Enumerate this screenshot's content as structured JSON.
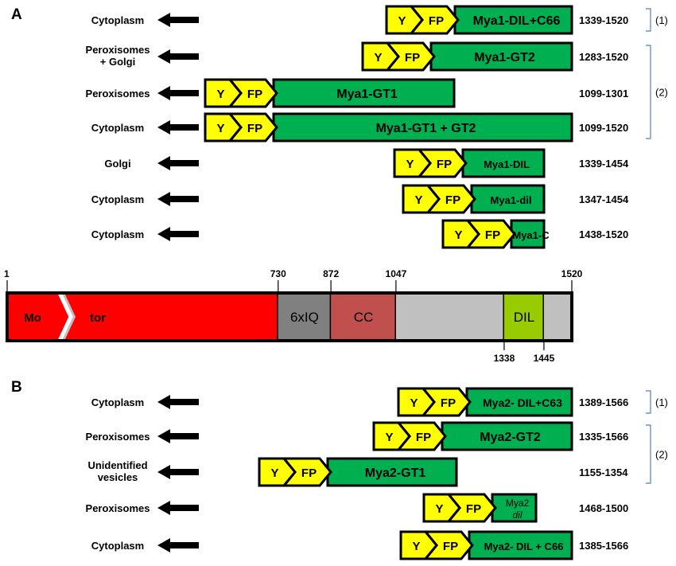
{
  "colors": {
    "yfp_yellow": "#ffff00",
    "construct_green": "#00b050",
    "motor_red": "#ff0000",
    "iq_gray": "#808080",
    "cc_rose": "#c0504d",
    "tail_lightgray": "#c0c0c0",
    "dil_lime": "#99cc00",
    "bracket_blue": "#4f81bd"
  },
  "panel_a": {
    "label": "A",
    "constructs": [
      {
        "location": [
          "Cytoplasm"
        ],
        "y_label": "Y",
        "fp_label": "FP",
        "name": [
          "Mya1-DIL+C66"
        ],
        "range": "1339-1520",
        "start": 1339,
        "end": 1520
      },
      {
        "location": [
          "Peroxisomes",
          "+ Golgi"
        ],
        "y_label": "Y",
        "fp_label": "FP",
        "name": [
          "Mya1-GT2"
        ],
        "range": "1283-1520",
        "start": 1283,
        "end": 1520
      },
      {
        "location": [
          "Peroxisomes"
        ],
        "y_label": "Y",
        "fp_label": "FP",
        "name": [
          "Mya1-GT1"
        ],
        "range": "1099-1301",
        "start": 1099,
        "end": 1301
      },
      {
        "location": [
          "Cytoplasm"
        ],
        "y_label": "Y",
        "fp_label": "FP",
        "name": [
          "Mya1-GT1 + GT2"
        ],
        "range": "1099-1520",
        "start": 1099,
        "end": 1520
      },
      {
        "location": [
          "Golgi"
        ],
        "y_label": "Y",
        "fp_label": "FP",
        "name": [
          "Mya1-DIL"
        ],
        "range": "1339-1454",
        "start": 1339,
        "end": 1454
      },
      {
        "location": [
          "Cytoplasm"
        ],
        "y_label": "Y",
        "fp_label": "FP",
        "name": [
          "Mya1-dil"
        ],
        "range": "1347-1454",
        "start": 1347,
        "end": 1454
      },
      {
        "location": [
          "Cytoplasm"
        ],
        "y_label": "Y",
        "fp_label": "FP",
        "name": [
          "Mya1-C"
        ],
        "range": "1438-1520",
        "start": 1438,
        "end": 1520
      }
    ],
    "groups": [
      {
        "label": "(1)",
        "first": 0,
        "last": 0
      },
      {
        "label": "(2)",
        "first": 1,
        "last": 3
      }
    ]
  },
  "protein_map": {
    "length": 1520,
    "markers_top": [
      "1",
      "730",
      "872",
      "1047",
      "1520"
    ],
    "markers_bottom": [
      "1338",
      "1445"
    ],
    "domains": [
      {
        "label": "Mo",
        "color": "#ff0000",
        "start": 1,
        "end": 730,
        "kind": "motor-head"
      },
      {
        "label": "tor",
        "color": "#ff0000",
        "start": 1,
        "end": 730,
        "kind": "motor-tail"
      },
      {
        "label": "6xIQ",
        "color": "#808080",
        "start": 730,
        "end": 872,
        "kind": "iq"
      },
      {
        "label": "CC",
        "color": "#c0504d",
        "start": 872,
        "end": 1047,
        "kind": "cc"
      },
      {
        "label": "",
        "color": "#c0c0c0",
        "start": 1047,
        "end": 1338,
        "kind": "tail"
      },
      {
        "label": "DIL",
        "color": "#99cc00",
        "start": 1338,
        "end": 1445,
        "kind": "dil"
      },
      {
        "label": "",
        "color": "#c0c0c0",
        "start": 1445,
        "end": 1520,
        "kind": "tail"
      }
    ]
  },
  "panel_b": {
    "label": "B",
    "constructs": [
      {
        "location": [
          "Cytoplasm"
        ],
        "y_label": "Y",
        "fp_label": "FP",
        "name": [
          "Mya2- DIL+C63"
        ],
        "range": "1389-1566",
        "start": 1389,
        "end": 1566
      },
      {
        "location": [
          "Peroxisomes"
        ],
        "y_label": "Y",
        "fp_label": "FP",
        "name": [
          "Mya2-GT2"
        ],
        "range": "1335-1566",
        "start": 1335,
        "end": 1566
      },
      {
        "location": [
          "Unidentified",
          "vesicles"
        ],
        "y_label": "Y",
        "fp_label": "FP",
        "name": [
          "Mya2-GT1"
        ],
        "range": "1155-1354",
        "start": 1155,
        "end": 1354
      },
      {
        "location": [
          "Peroxisomes"
        ],
        "y_label": "Y",
        "fp_label": "FP",
        "name": [
          "Mya2",
          "dil"
        ],
        "range": "1468-1500",
        "start": 1468,
        "end": 1500
      },
      {
        "location": [
          "Cytoplasm"
        ],
        "y_label": "Y",
        "fp_label": "FP",
        "name": [
          "Mya2- DIL + C66"
        ],
        "range": "1385-1566",
        "start": 1385,
        "end": 1566
      }
    ],
    "groups": [
      {
        "label": "(1)",
        "first": 0,
        "last": 0
      },
      {
        "label": "(2)",
        "first": 1,
        "last": 2
      }
    ]
  }
}
